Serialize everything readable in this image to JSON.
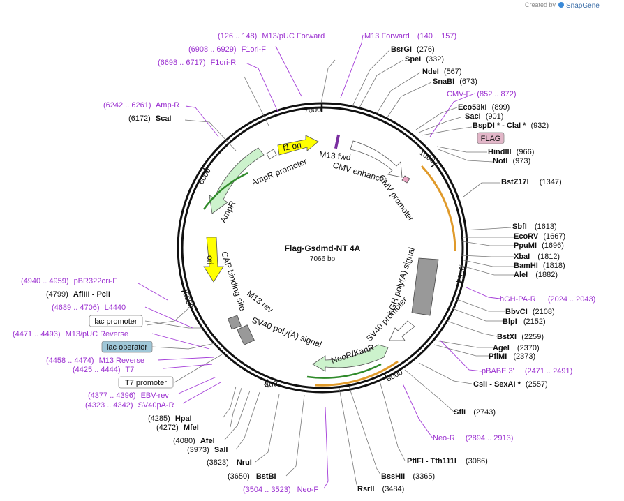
{
  "credit": {
    "created_by": "Created by",
    "brand": "SnapGene"
  },
  "plasmid": {
    "name": "Flag-Gsdmd-NT 4A",
    "length_label": "7066 bp",
    "length": 7066
  },
  "ticks": [
    {
      "label": "1000",
      "pos": 1000
    },
    {
      "label": "2000",
      "pos": 2000
    },
    {
      "label": "3000",
      "pos": 3000
    },
    {
      "label": "4000",
      "pos": 4000
    },
    {
      "label": "5000",
      "pos": 5000
    },
    {
      "label": "6000",
      "pos": 6000
    },
    {
      "label": "7000",
      "pos": 7000
    }
  ],
  "features": [
    {
      "label": "f1 ori",
      "color": "#ffff00"
    },
    {
      "label": "M13 fwd",
      "color": "#7a2fa0"
    },
    {
      "label": "CMV enhancer",
      "color": "#ffffff"
    },
    {
      "label": "CMV promoter",
      "color": "#ffffff"
    },
    {
      "label": "AmpR promoter",
      "color": "#ffffff"
    },
    {
      "label": "AmpR",
      "color": "#ccf2cc"
    },
    {
      "label": "ori",
      "color": "#ffff00"
    },
    {
      "label": "CAP binding site",
      "color": "#ffffff"
    },
    {
      "label": "M13 rev",
      "color": "#7a2fa0"
    },
    {
      "label": "SV40 poly(A) signal",
      "color": "#999999"
    },
    {
      "label": "hGH poly(A) signal",
      "color": "#999999"
    },
    {
      "label": "SV40 promoter",
      "color": "#ffffff"
    },
    {
      "label": "NeoR/KanR",
      "color": "#ccf2cc"
    }
  ],
  "boxed_labels": [
    {
      "label": "FLAG",
      "color": "#e2b6c8"
    },
    {
      "label": "lac promoter",
      "color": "#ffffff"
    },
    {
      "label": "lac operator",
      "color": "#9fc7d8"
    },
    {
      "label": "T7 promoter",
      "color": "#ffffff"
    }
  ],
  "sites_right": [
    {
      "name": "BsrGI",
      "pos": "(276)"
    },
    {
      "name": "SpeI",
      "pos": "(332)"
    },
    {
      "name": "NdeI",
      "pos": "(567)"
    },
    {
      "name": "SnaBI",
      "pos": "(673)"
    },
    {
      "primer": "CMV-F",
      "range": "(852 .. 872)"
    },
    {
      "name": "Eco53kI",
      "pos": "(899)"
    },
    {
      "name": "SacI",
      "pos": "(901)"
    },
    {
      "name": "BspDI * - ClaI *",
      "pos": "(932)"
    },
    {
      "name": "HindIII",
      "pos": "(966)"
    },
    {
      "name": "NotI",
      "pos": "(973)"
    },
    {
      "name": "BstZ17I",
      "pos": "(1347)"
    },
    {
      "name": "SbfI",
      "pos": "(1613)"
    },
    {
      "name": "EcoRV",
      "pos": "(1667)"
    },
    {
      "name": "PpuMI",
      "pos": "(1696)"
    },
    {
      "name": "XbaI",
      "pos": "(1812)"
    },
    {
      "name": "BamHI",
      "pos": "(1818)"
    },
    {
      "name": "AleI",
      "pos": "(1882)"
    },
    {
      "primer": "hGH-PA-R",
      "range": "(2024 .. 2043)"
    },
    {
      "name": "BbvCI",
      "pos": "(2108)"
    },
    {
      "name": "BlpI",
      "pos": "(2152)"
    },
    {
      "name": "BstXI",
      "pos": "(2259)"
    },
    {
      "name": "AgeI",
      "pos": "(2370)"
    },
    {
      "name": "PflMI",
      "pos": "(2373)"
    },
    {
      "primer": "pBABE 3'",
      "range": "(2471 .. 2491)"
    },
    {
      "name": "CsiI - SexAI *",
      "pos": "(2557)"
    },
    {
      "name": "SfiI",
      "pos": "(2743)"
    },
    {
      "primer": "Neo-R",
      "range": "(2894 .. 2913)"
    },
    {
      "name": "PflFI - Tth111I",
      "pos": "(3086)"
    },
    {
      "name": "BssHII",
      "pos": "(3365)"
    },
    {
      "name": "RsrII",
      "pos": "(3484)"
    }
  ],
  "sites_left": [
    {
      "primer": "M13/pUC Forward",
      "range": "(126 .. 148)"
    },
    {
      "primer": "M13 Forward",
      "range": "(140 .. 157)"
    },
    {
      "primer": "F1ori-F",
      "range": "(6908 .. 6929)"
    },
    {
      "primer": "F1ori-R",
      "range": "(6698 .. 6717)"
    },
    {
      "primer": "Amp-R",
      "range": "(6242 .. 6261)"
    },
    {
      "name": "ScaI",
      "pos": "(6172)"
    },
    {
      "primer": "pBR322ori-F",
      "range": "(4940 .. 4959)"
    },
    {
      "name": "AflIII - PciI",
      "pos": "(4799)"
    },
    {
      "primer": "L4440",
      "range": "(4689 .. 4706)"
    },
    {
      "primer": "M13/pUC Reverse",
      "range": "(4471 .. 4493)"
    },
    {
      "primer": "M13 Reverse",
      "range": "(4458 .. 4474)"
    },
    {
      "primer": "T7",
      "range": "(4425 .. 4444)"
    },
    {
      "primer": "EBV-rev",
      "range": "(4377 .. 4396)"
    },
    {
      "primer": "SV40pA-R",
      "range": "(4323 .. 4342)"
    },
    {
      "name": "HpaI",
      "pos": "(4285)"
    },
    {
      "name": "MfeI",
      "pos": "(4272)"
    },
    {
      "name": "AfeI",
      "pos": "(4080)"
    },
    {
      "name": "SalI",
      "pos": "(3973)"
    },
    {
      "name": "NruI",
      "pos": "(3823)"
    },
    {
      "name": "BstBI",
      "pos": "(3650)"
    },
    {
      "primer": "Neo-F",
      "range": "(3504 .. 3523)"
    }
  ]
}
